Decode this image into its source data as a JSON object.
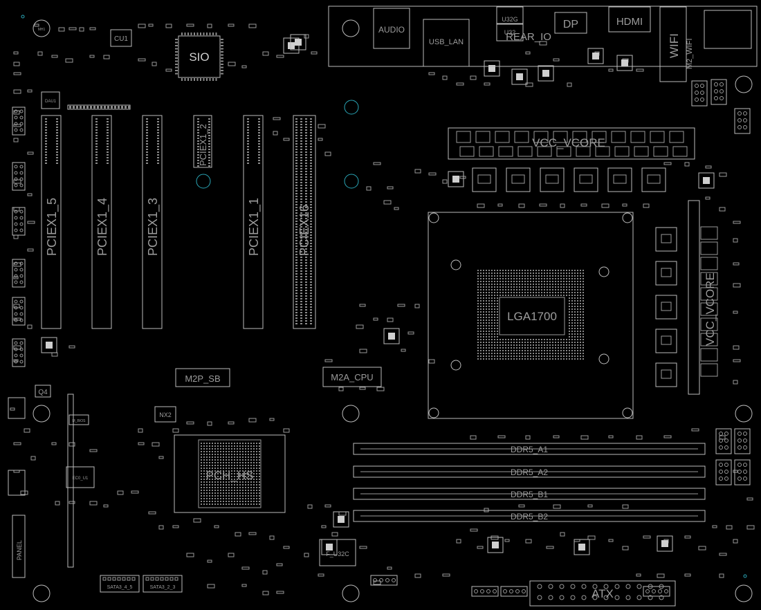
{
  "title": "",
  "labels": {
    "sio": "SIO",
    "cu1": "CU1",
    "dau1": "DAU1",
    "audio": "AUDIO",
    "usb_lan": "USB_LAN",
    "u32g": "U32G",
    "u32": "U32",
    "dp": "DP",
    "hdmi": "HDMI",
    "rear_io": "REAR_IO",
    "wifi": "WIFI",
    "m2_wifi": "M2_WIFI",
    "pciex1_5": "PCIEX1_5",
    "pciex1_4": "PCIEX1_4",
    "pciex1_3": "PCIEX1_3",
    "pciex1_2": "PCIEX1_2",
    "pciex1_1": "PCIEX1_1",
    "pciex16": "PCIEX16",
    "vcc_top": "VCC_VCORE",
    "vcc_right": "VCC_VCORE",
    "lga": "LGA1700",
    "m2p_sb": "M2P_SB",
    "m2a_cpu": "M2A_CPU",
    "q4": "Q4",
    "nx2": "NX2",
    "pch": "PCH_HS",
    "ddr5_a1": "DDR5_A1",
    "ddr5_a2": "DDR5_A2",
    "ddr5_b1": "DDR5_B1",
    "ddr5_b2": "DDR5_B2",
    "f_u32c": "F_U32C",
    "atx": "ATX",
    "sata_4_5": "SATA3_4_5",
    "sata_2_3": "SATA3_2_3",
    "panel": "PANEL",
    "ec": "EC0_U1",
    "m_bios": "M_BIOS",
    "mh": "MH1"
  },
  "colors": {
    "background": "#000000",
    "outline": "#bdbdbd",
    "mount_hole": "#2aa7b8"
  }
}
